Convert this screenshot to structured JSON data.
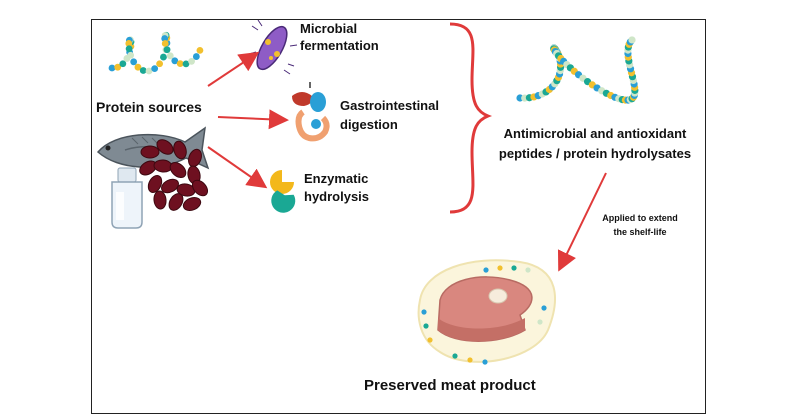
{
  "labels": {
    "protein_sources": "Protein sources",
    "microbial_line1": "Microbial",
    "microbial_line2": "fermentation",
    "gi_line1": "Gastrointestinal",
    "gi_line2": "digestion",
    "enzymatic_line1": "Enzymatic",
    "enzymatic_line2": "hydrolysis",
    "peptides_line1": "Antimicrobial and antioxidant",
    "peptides_line2": "peptides / protein hydrolysates",
    "applied_line1": "Applied to extend",
    "applied_line2": "the shelf-life",
    "meat_product": "Preserved meat product"
  },
  "colors": {
    "arrow": "#e03a3a",
    "bracket": "#e03a3a",
    "bead_blue": "#2a9fd6",
    "bead_yellow": "#f2c02e",
    "bead_teal": "#1aa894",
    "bead_pale": "#cfe6c8",
    "bean": "#6e1020",
    "fish": "#7f8a93",
    "bacterium": "#8e5cc6",
    "meat": "#d9877f",
    "enzyme_yellow": "#f3b81b",
    "enzyme_teal": "#1aa894"
  },
  "icons": [
    "peptide-chain-icon",
    "fish-icon",
    "beans-icon",
    "milk-bottle-icon",
    "bacterium-icon",
    "digestive-system-icon",
    "enzyme-icon",
    "meat-steak-icon"
  ]
}
